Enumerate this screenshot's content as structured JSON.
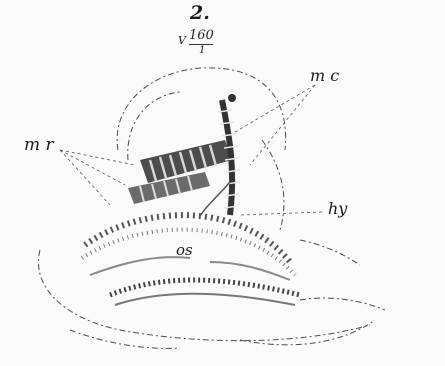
{
  "figure": {
    "number": "2.",
    "magnification": {
      "prefix": "V",
      "numerator": "160",
      "denominator": "1"
    },
    "labels": {
      "mr": "m r",
      "mc": "m c",
      "hy": "hy",
      "os": "os"
    }
  }
}
